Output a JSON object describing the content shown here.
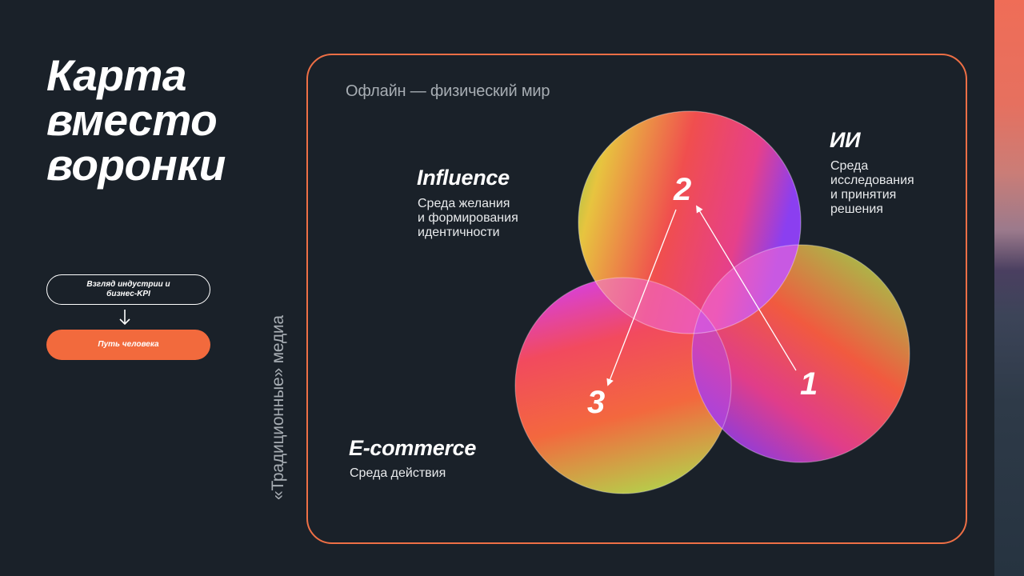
{
  "title": [
    "Карта",
    "вместо",
    "воронки"
  ],
  "buttons": {
    "industry_view": "Взгляд индустрии и бизнес-KPI",
    "human_path": "Путь человека"
  },
  "frame": {
    "top_label": "Офлайн — физический мир",
    "side_label": "«Традиционные» медиа"
  },
  "segments": {
    "influence": {
      "title": "Influence",
      "lines": [
        "Среда желания",
        "и формирования",
        "идентичности"
      ],
      "number": "2"
    },
    "ai": {
      "title": "ИИ",
      "lines": [
        "Среда",
        "исследования",
        "и принятия",
        "решения"
      ],
      "number": "1"
    },
    "ecommerce": {
      "title": "E-commerce",
      "lines": [
        "Среда действия"
      ],
      "number": "3"
    }
  },
  "colors": {
    "background": "#1a2129",
    "accent": "#f26a3d",
    "frame_border": "#ee6f45",
    "muted_text": "#a7adb3"
  },
  "icons": {
    "flow_arrow": "arrow-down-icon"
  }
}
